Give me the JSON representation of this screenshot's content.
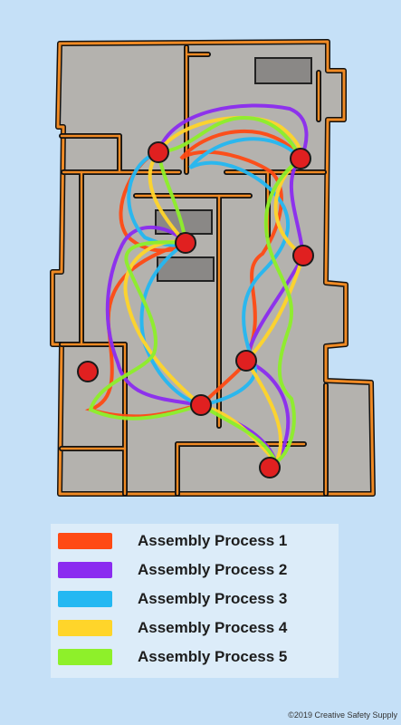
{
  "legend": {
    "items": [
      {
        "label": "Assembly Process 1",
        "color": "#ff4a14"
      },
      {
        "label": "Assembly Process 2",
        "color": "#8b2cf0"
      },
      {
        "label": "Assembly Process 3",
        "color": "#24b8f2"
      },
      {
        "label": "Assembly Process 4",
        "color": "#ffd52a"
      },
      {
        "label": "Assembly Process 5",
        "color": "#8ef02a"
      }
    ]
  },
  "copyright": "©2019 Creative Safety Supply",
  "colors": {
    "background": "#c5e0f7",
    "floor": "#b3b1ad",
    "wall": "#f08a24",
    "station": "#e02020"
  }
}
